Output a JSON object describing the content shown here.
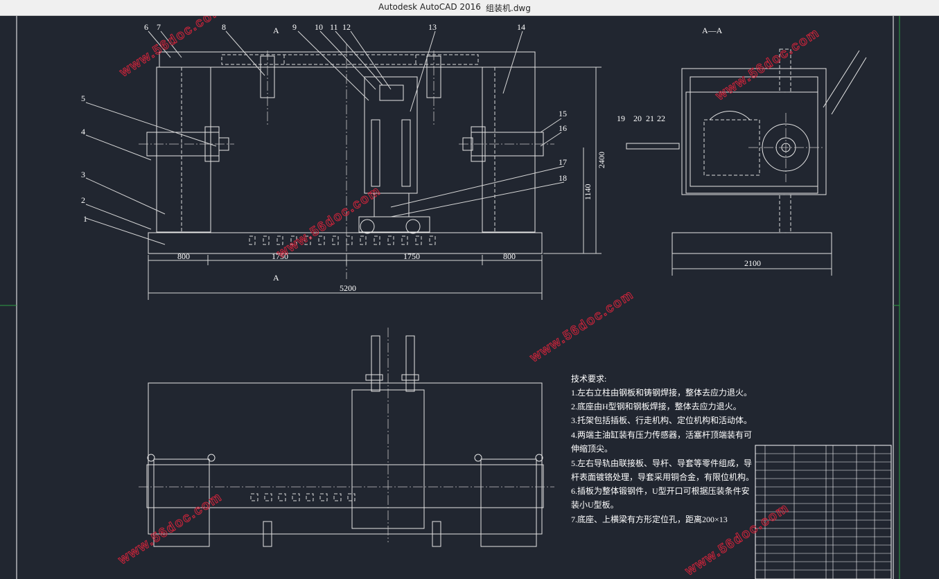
{
  "window": {
    "app_title": "Autodesk AutoCAD 2016",
    "file_name": "组装机.dwg"
  },
  "drawing": {
    "section_marker": "A",
    "section_title": "A—A",
    "part_numbers": [
      "1",
      "2",
      "3",
      "4",
      "5",
      "6",
      "7",
      "8",
      "9",
      "10",
      "11",
      "12",
      "13",
      "14",
      "15",
      "16",
      "17",
      "18",
      "19",
      "20",
      "21",
      "22"
    ],
    "dimensions": {
      "left_span": "800",
      "mid_left_span": "1750",
      "mid_right_span": "1750",
      "right_span": "800",
      "total_length": "5200",
      "total_height": "2400",
      "cylinder_height": "1140",
      "side_width": "2100"
    },
    "tech_notes": {
      "heading": "技术要求:",
      "lines": [
        "1.左右立柱由钢板和铸钢焊接，整体去应力退火。",
        "2.底座由H型钢和钢板焊接，整体去应力退火。",
        "3.托架包括插板、行走机构、定位机构和活动体。",
        "4.两端主油缸装有压力传感器，活塞杆顶端装有可",
        "伸缩顶尖。",
        "5.左右导轨由联接板、导杆、导套等零件组成，导",
        "杆表面镀铬处理，导套采用铜合金，有限位机构。",
        "6.插板为整体锻钢件，U型开口可根据压装条件安",
        "装小U型板。",
        "7.底座、上横梁有方形定位孔，距离200×13"
      ]
    },
    "watermark": "www.56doc.com"
  },
  "colors": {
    "canvas_bg": "#212630",
    "titlebar_bg": "#f0f0f0",
    "drawing_line": "#e6e6e6",
    "frame_green": "#2ea043",
    "watermark_red": "#d3243b"
  }
}
